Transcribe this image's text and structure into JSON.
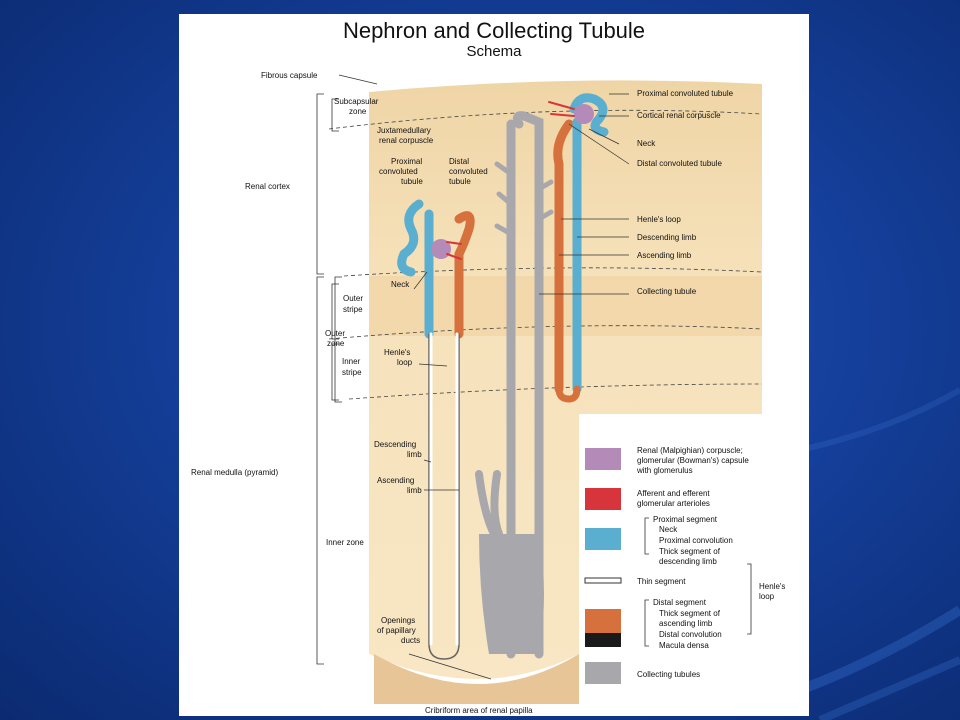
{
  "title": "Nephron and Collecting Tubule",
  "subtitle": "Schema",
  "labels": {
    "fibrous_capsule": "Fibrous capsule",
    "subcapsular_1": "Subcapsular",
    "subcapsular_2": "zone",
    "renal_cortex": "Renal cortex",
    "outer_stripe_1": "Outer",
    "outer_stripe_2": "stripe",
    "outer_zone_1": "Outer",
    "outer_zone_2": "zone",
    "inner_stripe_1": "Inner",
    "inner_stripe_2": "stripe",
    "renal_medulla": "Renal medulla (pyramid)",
    "inner_zone": "Inner zone",
    "juxta_1": "Juxtamedullary",
    "juxta_2": "renal corpuscle",
    "prox_left_1": "Proximal",
    "prox_left_2": "convoluted",
    "prox_left_3": "tubule",
    "distal_left_1": "Distal",
    "distal_left_2": "convoluted",
    "distal_left_3": "tubule",
    "neck_left": "Neck",
    "henle_left_1": "Henle's",
    "henle_left_2": "loop",
    "desc_left_1": "Descending",
    "desc_left_2": "limb",
    "asc_left_1": "Ascending",
    "asc_left_2": "limb",
    "openings_1": "Openings",
    "openings_2": "of papillary",
    "openings_3": "ducts",
    "cribriform": "Cribriform area of renal papilla",
    "prox_right": "Proximal convoluted tubule",
    "cortical_corpuscle": "Cortical renal corpuscle",
    "neck_right": "Neck",
    "distal_right": "Distal convoluted tubule",
    "henle_right": "Henle's loop",
    "desc_right": "Descending limb",
    "asc_right": "Ascending limb",
    "collecting": "Collecting tubule"
  },
  "legend": {
    "corpuscle_1": "Renal (Malpighian) corpuscle;",
    "corpuscle_2": "glomerular (Bowman's) capsule",
    "corpuscle_3": "with glomerulus",
    "arterioles_1": "Afferent and efferent",
    "arterioles_2": "glomerular arterioles",
    "prox_seg": "Proximal segment",
    "prox_neck": "Neck",
    "prox_conv": "Proximal convolution",
    "prox_thick_1": "Thick segment of",
    "prox_thick_2": "descending limb",
    "thin_seg": "Thin segment",
    "henle_1": "Henle's",
    "henle_2": "loop",
    "distal_seg": "Distal segment",
    "distal_thick_1": "Thick segment of",
    "distal_thick_2": "ascending limb",
    "distal_conv": "Distal convolution",
    "macula": "Macula densa",
    "collecting_tubules": "Collecting tubules"
  },
  "colors": {
    "corpuscle": "#b48ab8",
    "arterioles": "#d8343c",
    "proximal": "#5aaed0",
    "thin": "#ffffff",
    "distal": "#d6713e",
    "macula": "#1a1a1a",
    "collecting": "#a8a8ac"
  }
}
